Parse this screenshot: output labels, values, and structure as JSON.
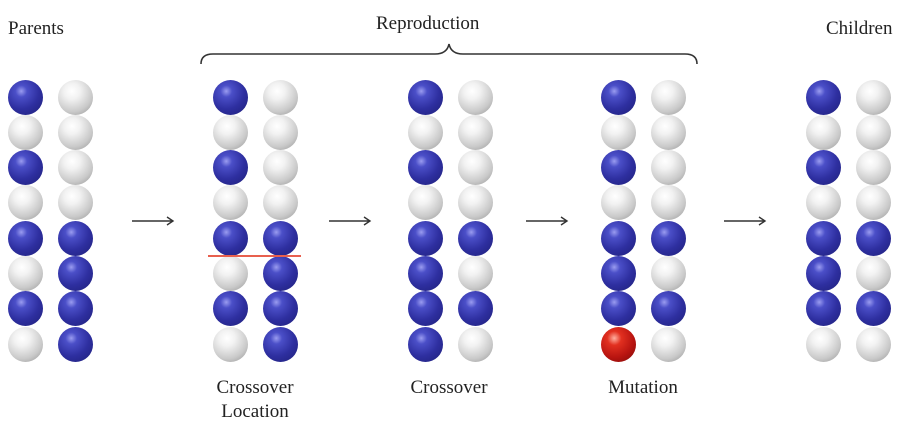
{
  "labels": {
    "parents": "Parents",
    "reproduction": "Reproduction",
    "children": "Children",
    "crossover_location_line1": "Crossover",
    "crossover_location_line2": "Location",
    "crossover": "Crossover",
    "mutation": "Mutation"
  },
  "colors": {
    "B": "#2e2fa0",
    "W": "#e0e0e0",
    "R": "#c01a12",
    "cut_line": "#e8604e"
  },
  "stages": [
    {
      "name": "parents",
      "columns": [
        [
          "B",
          "W",
          "B",
          "W",
          "B",
          "W",
          "B",
          "W"
        ],
        [
          "W",
          "W",
          "W",
          "W",
          "B",
          "B",
          "B",
          "B"
        ]
      ]
    },
    {
      "name": "crossover-location",
      "columns": [
        [
          "B",
          "W",
          "B",
          "W",
          "B",
          "W",
          "B",
          "W"
        ],
        [
          "W",
          "W",
          "W",
          "W",
          "B",
          "B",
          "B",
          "B"
        ]
      ],
      "cut_after_row": 5
    },
    {
      "name": "crossover",
      "columns": [
        [
          "B",
          "W",
          "B",
          "W",
          "B",
          "B",
          "B",
          "B"
        ],
        [
          "W",
          "W",
          "W",
          "W",
          "B",
          "W",
          "B",
          "W"
        ]
      ]
    },
    {
      "name": "mutation",
      "columns": [
        [
          "B",
          "W",
          "B",
          "W",
          "B",
          "B",
          "B",
          "R"
        ],
        [
          "W",
          "W",
          "W",
          "W",
          "B",
          "W",
          "B",
          "W"
        ]
      ]
    },
    {
      "name": "children",
      "columns": [
        [
          "B",
          "W",
          "B",
          "W",
          "B",
          "B",
          "B",
          "W"
        ],
        [
          "W",
          "W",
          "W",
          "W",
          "B",
          "W",
          "B",
          "W"
        ]
      ]
    }
  ]
}
